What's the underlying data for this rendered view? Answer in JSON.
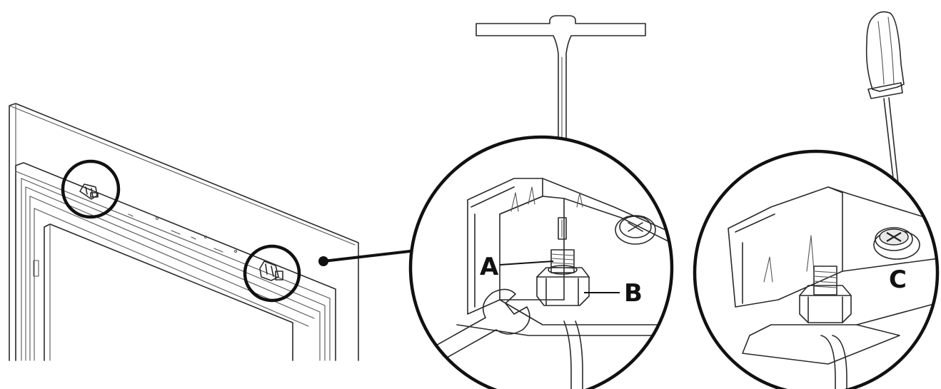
{
  "callouts": {
    "a": "A",
    "b": "B",
    "c": "C"
  },
  "colors": {
    "line": "#2a2a2a",
    "outline": "#111111",
    "background": "#ffffff",
    "fill": "#e9e9e9"
  }
}
